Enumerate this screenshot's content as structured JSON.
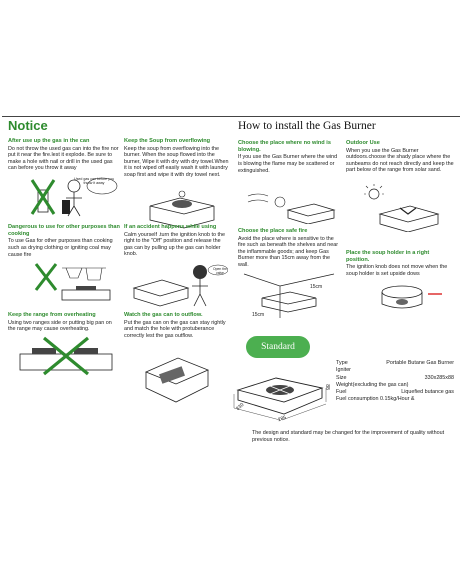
{
  "header": {
    "notice_title": "Notice",
    "install_title": "How to install the Gas Burner"
  },
  "notices": [
    {
      "heading": "After use up the gas in the can",
      "body": "Do not throw the used gas can into the fire nor put it near the fire.lest it explode. Be sure to make a hole with nail or drill in the used gas can before you throw it away"
    },
    {
      "heading": "Keep the Soup from overflowing",
      "body": "Keep the soup from overflowing into the burner. When the soup flowed into the burner, Wipe it with dry with dry towel.When it is not wiped off easily wash it with laundry soap first and wipe it with dry towel next."
    },
    {
      "heading": "Dangerous to use for other purposes than cooking",
      "body": "To use Gas for other purposes than cooking such as drying clothing or igniting coal may cause fire"
    },
    {
      "heading": "If an accident happens while using",
      "body": "Calm yourself .turn the ignition knob to the right to the \"Off\" position and release the gas can by pulling up the gas can holder knob."
    },
    {
      "heading": "Keep the range from overheating",
      "body": "Using two ranges side or putting big pan on the range may cause overheating."
    },
    {
      "heading": "Watch the gas can to outflow.",
      "body": "Put the gas can on the gas can stay rightly and match the hole with protuberance correctly lest the gas outflow."
    }
  ],
  "install_steps": [
    {
      "heading": "Choose the place where no wind is blowing.",
      "body": "If you use the Gas Burner where the wind is blowing the flame may be scattered or extinguished."
    },
    {
      "heading": "Outdoor Use",
      "body": "When you use the Gas Burner outdoors.choose the shady place where the sunbeams do not reach directly and keep the part below of the range from solar sand."
    },
    {
      "heading": "Choose the place safe fire",
      "body": "Avoid the place where is sensitive to the fire such as beneath the shelves and near the inflammable goods; and keep Gas Burner more than 15cm away from the wall."
    },
    {
      "heading": "Place the soup holder in a right position.",
      "body": "The ignition knob does not move when the soup holder is set upside dows"
    }
  ],
  "illustration_labels": {
    "gas_can_bubble": "Used gas can before you throw it away",
    "open_valve_bubble": "Open the valve",
    "wall_gap_top": "15cm",
    "wall_gap_bottom": "15cm",
    "dim_width": "330",
    "dim_depth": "285",
    "dim_height": "88"
  },
  "standard": {
    "label": "Standard",
    "specs": [
      {
        "key": "Type",
        "value": "Portable Butane Gas Burner"
      },
      {
        "key": "Igniter",
        "value": ""
      },
      {
        "key": "Size",
        "value": "330x285x88"
      },
      {
        "key": "Weight(excluding the gas can)",
        "value": ""
      },
      {
        "key": "Fuel",
        "value": "Liquefied butance gas"
      },
      {
        "key": "Fuel consumption 0.15kg/Hour &",
        "value": ""
      }
    ],
    "note": "The design and standard may be changed for the improvement of quality without previous notice."
  }
}
